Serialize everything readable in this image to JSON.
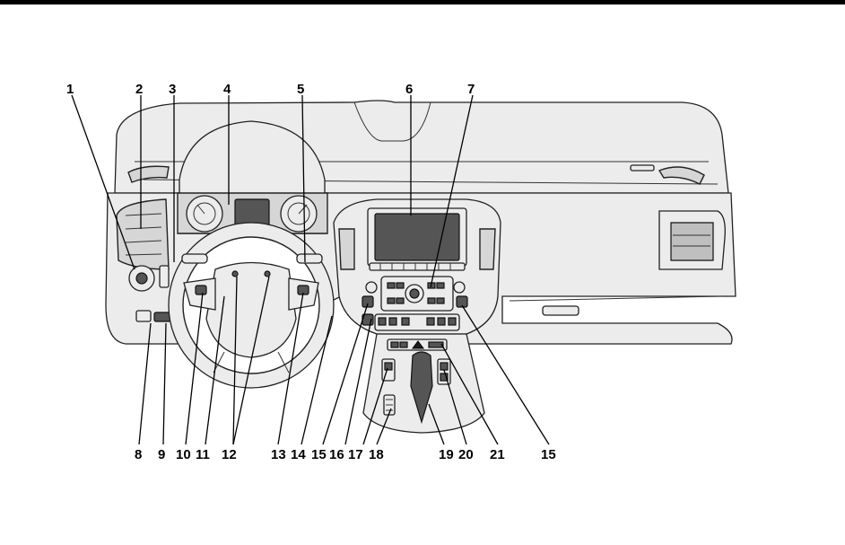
{
  "callouts_top": [
    "1",
    "2",
    "3",
    "4",
    "5",
    "6",
    "7"
  ],
  "callouts_bottom": [
    "8",
    "9",
    "10",
    "11",
    "12",
    "13",
    "14",
    "15",
    "16",
    "17",
    "18",
    "19",
    "20",
    "21",
    "15"
  ]
}
